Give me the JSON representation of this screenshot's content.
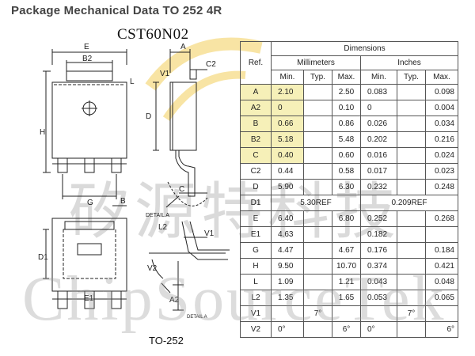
{
  "title": "Package Mechanical Data TO 252 4R",
  "part_number": "CST60N02",
  "package_label": "TO-252",
  "drawing_labels": {
    "E": "E",
    "B2": "B2",
    "A": "A",
    "C2": "C2",
    "L": "L",
    "V1": "V1",
    "H": "H",
    "D": "D",
    "G": "G",
    "B": "B",
    "C": "C",
    "detail_a": "DETAIL A",
    "D1": "D1",
    "E1": "E1",
    "V2": "V2",
    "A2": "A2",
    "detail_a2": "DETAIL A",
    "V1b": "V1",
    "L2": "L2"
  },
  "table": {
    "header_dimensions": "Dimensions",
    "header_ref": "Ref.",
    "header_mm": "Millimeters",
    "header_in": "Inches",
    "sub": [
      "Min.",
      "Typ.",
      "Max.",
      "Min.",
      "Typ.",
      "Max."
    ],
    "rows": [
      {
        "ref": "A",
        "mm_min": "2.10",
        "mm_typ": "",
        "mm_max": "2.50",
        "in_min": "0.083",
        "in_typ": "",
        "in_max": "0.098"
      },
      {
        "ref": "A2",
        "mm_min": "0",
        "mm_typ": "",
        "mm_max": "0.10",
        "in_min": "0",
        "in_typ": "",
        "in_max": "0.004"
      },
      {
        "ref": "B",
        "mm_min": "0.66",
        "mm_typ": "",
        "mm_max": "0.86",
        "in_min": "0.026",
        "in_typ": "",
        "in_max": "0.034"
      },
      {
        "ref": "B2",
        "mm_min": "5.18",
        "mm_typ": "",
        "mm_max": "5.48",
        "in_min": "0.202",
        "in_typ": "",
        "in_max": "0.216"
      },
      {
        "ref": "C",
        "mm_min": "0.40",
        "mm_typ": "",
        "mm_max": "0.60",
        "in_min": "0.016",
        "in_typ": "",
        "in_max": "0.024"
      },
      {
        "ref": "C2",
        "mm_min": "0.44",
        "mm_typ": "",
        "mm_max": "0.58",
        "in_min": "0.017",
        "in_typ": "",
        "in_max": "0.023"
      },
      {
        "ref": "D",
        "mm_min": "5.90",
        "mm_typ": "",
        "mm_max": "6.30",
        "in_min": "0.232",
        "in_typ": "",
        "in_max": "0.248"
      },
      {
        "ref": "D1",
        "mm_typ_span": "5.30REF",
        "in_typ_span": "0.209REF"
      },
      {
        "ref": "E",
        "mm_min": "6.40",
        "mm_typ": "",
        "mm_max": "6.80",
        "in_min": "0.252",
        "in_typ": "",
        "in_max": "0.268"
      },
      {
        "ref": "E1",
        "mm_min": "4.63",
        "mm_typ": "",
        "mm_max": "",
        "in_min": "0.182",
        "in_typ": "",
        "in_max": ""
      },
      {
        "ref": "G",
        "mm_min": "4.47",
        "mm_typ": "",
        "mm_max": "4.67",
        "in_min": "0.176",
        "in_typ": "",
        "in_max": "0.184"
      },
      {
        "ref": "H",
        "mm_min": "9.50",
        "mm_typ": "",
        "mm_max": "10.70",
        "in_min": "0.374",
        "in_typ": "",
        "in_max": "0.421"
      },
      {
        "ref": "L",
        "mm_min": "1.09",
        "mm_typ": "",
        "mm_max": "1.21",
        "in_min": "0.043",
        "in_typ": "",
        "in_max": "0.048"
      },
      {
        "ref": "L2",
        "mm_min": "1.35",
        "mm_typ": "",
        "mm_max": "1.65",
        "in_min": "0.053",
        "in_typ": "",
        "in_max": "0.065"
      },
      {
        "ref": "V1",
        "mm_min": "",
        "mm_typ": "7°",
        "mm_max": "",
        "in_min": "",
        "in_typ": "7°",
        "in_max": ""
      },
      {
        "ref": "V2",
        "mm_min": "0°",
        "mm_typ": "",
        "mm_max": "6°",
        "in_min": "0°",
        "in_typ": "",
        "in_max": "6°"
      }
    ]
  },
  "watermark": {
    "line1": "矽源特科技",
    "line2": "ChipSourceTek"
  },
  "colors": {
    "highlight": "#f6f0b8",
    "logo": "#f3cf5a",
    "ink": "#222222"
  }
}
